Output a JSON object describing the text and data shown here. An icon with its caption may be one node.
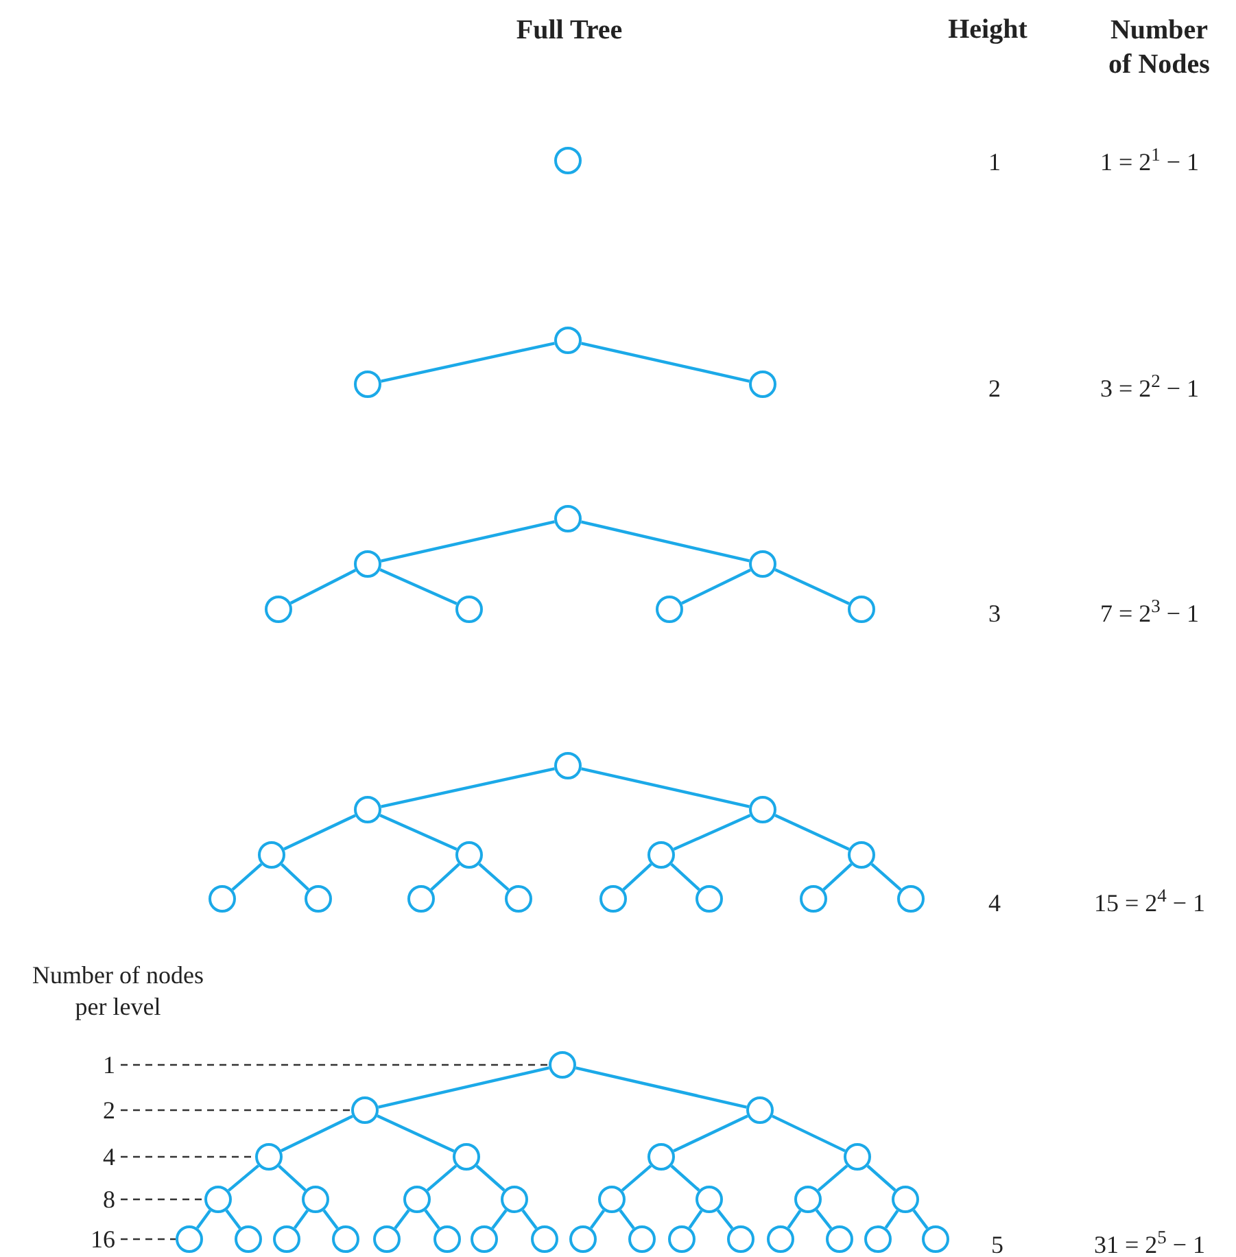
{
  "diagram": {
    "title": "Full Tree",
    "nodes": [
      {
        "text": [],
        "shape": "circle"
      },
      {
        "text": [],
        "shape": "circle"
      },
      {
        "text": [],
        "shape": "circle"
      },
      {
        "text": [],
        "shape": "circle"
      },
      {
        "text": [],
        "shape": "circle"
      },
      {
        "text": [],
        "shape": "circle"
      },
      {
        "text": [],
        "shape": "circle"
      },
      {
        "text": [],
        "shape": "circle"
      },
      {
        "text": [],
        "shape": "circle"
      },
      {
        "text": [],
        "shape": "circle"
      },
      {
        "text": [],
        "shape": "circle"
      },
      {
        "text": [],
        "shape": "circle"
      },
      {
        "text": [],
        "shape": "circle"
      },
      {
        "text": [],
        "shape": "circle"
      },
      {
        "text": [],
        "shape": "circle"
      },
      {
        "text": [],
        "shape": "circle"
      },
      {
        "text": [],
        "shape": "circle"
      },
      {
        "text": [],
        "shape": "circle"
      },
      {
        "text": [],
        "shape": "circle"
      },
      {
        "text": [],
        "shape": "circle"
      },
      {
        "text": [],
        "shape": "circle"
      },
      {
        "text": [],
        "shape": "circle"
      },
      {
        "text": [],
        "shape": "circle"
      },
      {
        "text": [],
        "shape": "circle"
      },
      {
        "text": [],
        "shape": "circle"
      },
      {
        "text": [],
        "shape": "circle"
      },
      {
        "text": [],
        "shape": "circle"
      },
      {
        "text": [],
        "shape": "circle"
      },
      {
        "text": [],
        "shape": "circle"
      },
      {
        "text": [],
        "shape": "circle"
      },
      {
        "text": [],
        "shape": "circle"
      },
      {
        "text": [],
        "shape": "circle"
      },
      {
        "text": [],
        "shape": "circle"
      },
      {
        "text": [],
        "shape": "circle"
      },
      {
        "text": [],
        "shape": "circle"
      },
      {
        "text": [],
        "shape": "circle"
      },
      {
        "text": [],
        "shape": "circle"
      },
      {
        "text": [],
        "shape": "circle"
      },
      {
        "text": [],
        "shape": "circle"
      },
      {
        "text": [],
        "shape": "circle"
      },
      {
        "text": [],
        "shape": "circle"
      },
      {
        "text": [],
        "shape": "circle"
      },
      {
        "text": [],
        "shape": "circle"
      },
      {
        "text": [],
        "shape": "circle"
      },
      {
        "text": [],
        "shape": "circle"
      },
      {
        "text": [],
        "shape": "circle"
      },
      {
        "text": [],
        "shape": "circle"
      },
      {
        "text": [],
        "shape": "circle"
      },
      {
        "text": [],
        "shape": "circle"
      },
      {
        "text": [],
        "shape": "circle"
      },
      {
        "text": [],
        "shape": "circle"
      },
      {
        "text": [],
        "shape": "circle"
      },
      {
        "text": [],
        "shape": "circle"
      },
      {
        "text": [],
        "shape": "circle"
      },
      {
        "text": [],
        "shape": "circle"
      },
      {
        "text": [],
        "shape": "circle"
      },
      {
        "text": [],
        "shape": "circle"
      },
      {
        "text": [
          "1"
        ]
      },
      {
        "text": [
          "2"
        ]
      },
      {
        "text": [
          "4"
        ]
      },
      {
        "text": [
          "8"
        ]
      },
      {
        "text": [
          "16"
        ]
      }
    ],
    "edges": [
      {
        "from": 1,
        "to": 2,
        "arrow": "none"
      },
      {
        "from": 1,
        "to": 3,
        "arrow": "none"
      },
      {
        "from": 4,
        "to": 5,
        "arrow": "none"
      },
      {
        "from": 4,
        "to": 6,
        "arrow": "none"
      },
      {
        "from": 5,
        "to": 7,
        "arrow": "none"
      },
      {
        "from": 5,
        "to": 8,
        "arrow": "none"
      },
      {
        "from": 6,
        "to": 9,
        "arrow": "none"
      },
      {
        "from": 6,
        "to": 10,
        "arrow": "none"
      },
      {
        "from": 11,
        "to": 12,
        "arrow": "none"
      },
      {
        "from": 11,
        "to": 13,
        "arrow": "none"
      },
      {
        "from": 12,
        "to": 14,
        "arrow": "none"
      },
      {
        "from": 12,
        "to": 15,
        "arrow": "none"
      },
      {
        "from": 13,
        "to": 16,
        "arrow": "none"
      },
      {
        "from": 13,
        "to": 17,
        "arrow": "none"
      },
      {
        "from": 14,
        "to": 18,
        "arrow": "none"
      },
      {
        "from": 14,
        "to": 19,
        "arrow": "none"
      },
      {
        "from": 15,
        "to": 20,
        "arrow": "none"
      },
      {
        "from": 15,
        "to": 21,
        "arrow": "none"
      },
      {
        "from": 16,
        "to": 22,
        "arrow": "none"
      },
      {
        "from": 16,
        "to": 23,
        "arrow": "none"
      },
      {
        "from": 17,
        "to": 24,
        "arrow": "none"
      },
      {
        "from": 17,
        "to": 25,
        "arrow": "none"
      },
      {
        "from": 26,
        "to": 27,
        "arrow": "none"
      },
      {
        "from": 26,
        "to": 28,
        "arrow": "none"
      },
      {
        "from": 27,
        "to": 29,
        "arrow": "none"
      },
      {
        "from": 27,
        "to": 30,
        "arrow": "none"
      },
      {
        "from": 28,
        "to": 31,
        "arrow": "none"
      },
      {
        "from": 28,
        "to": 32,
        "arrow": "none"
      },
      {
        "from": 29,
        "to": 33,
        "arrow": "none"
      },
      {
        "from": 29,
        "to": 34,
        "arrow": "none"
      },
      {
        "from": 30,
        "to": 35,
        "arrow": "none"
      },
      {
        "from": 30,
        "to": 36,
        "arrow": "none"
      },
      {
        "from": 31,
        "to": 37,
        "arrow": "none"
      },
      {
        "from": 31,
        "to": 38,
        "arrow": "none"
      },
      {
        "from": 32,
        "to": 39,
        "arrow": "none"
      },
      {
        "from": 32,
        "to": 40,
        "arrow": "none"
      },
      {
        "from": 33,
        "to": 41,
        "arrow": "none"
      },
      {
        "from": 33,
        "to": 42,
        "arrow": "none"
      },
      {
        "from": 34,
        "to": 43,
        "arrow": "none"
      },
      {
        "from": 34,
        "to": 44,
        "arrow": "none"
      },
      {
        "from": 35,
        "to": 45,
        "arrow": "none"
      },
      {
        "from": 35,
        "to": 46,
        "arrow": "none"
      },
      {
        "from": 36,
        "to": 47,
        "arrow": "none"
      },
      {
        "from": 36,
        "to": 48,
        "arrow": "none"
      },
      {
        "from": 37,
        "to": 49,
        "arrow": "none"
      },
      {
        "from": 37,
        "to": 50,
        "arrow": "none"
      },
      {
        "from": 38,
        "to": 51,
        "arrow": "none"
      },
      {
        "from": 38,
        "to": 52,
        "arrow": "none"
      },
      {
        "from": 39,
        "to": 53,
        "arrow": "none"
      },
      {
        "from": 39,
        "to": 54,
        "arrow": "none"
      },
      {
        "from": 40,
        "to": 55,
        "arrow": "none"
      },
      {
        "from": 40,
        "to": 56,
        "arrow": "none"
      },
      {
        "from": 57,
        "to": 26,
        "arrow": "none",
        "style": "dashed",
        "color": "#333333"
      },
      {
        "from": 58,
        "to": 27,
        "arrow": "none",
        "style": "dashed",
        "color": "#333333"
      },
      {
        "from": 59,
        "to": 29,
        "arrow": "none",
        "style": "dashed",
        "color": "#333333"
      },
      {
        "from": 60,
        "to": 33,
        "arrow": "none",
        "style": "dashed",
        "color": "#333333"
      },
      {
        "from": 61,
        "to": 41,
        "arrow": "none",
        "style": "dashed",
        "color": "#333333"
      }
    ],
    "labels": [
      "Height",
      "Number of Nodes",
      "1",
      "1 = 2$^{1}$ − 1",
      "2",
      "3 = 2$^{2}$ − 1",
      "3",
      "7 = 2$^{3}$ − 1",
      "4",
      "15 = 2$^{4}$ − 1",
      "Number of nodes per level",
      "5",
      "31 = 2$^{5}$ − 1"
    ]
  }
}
